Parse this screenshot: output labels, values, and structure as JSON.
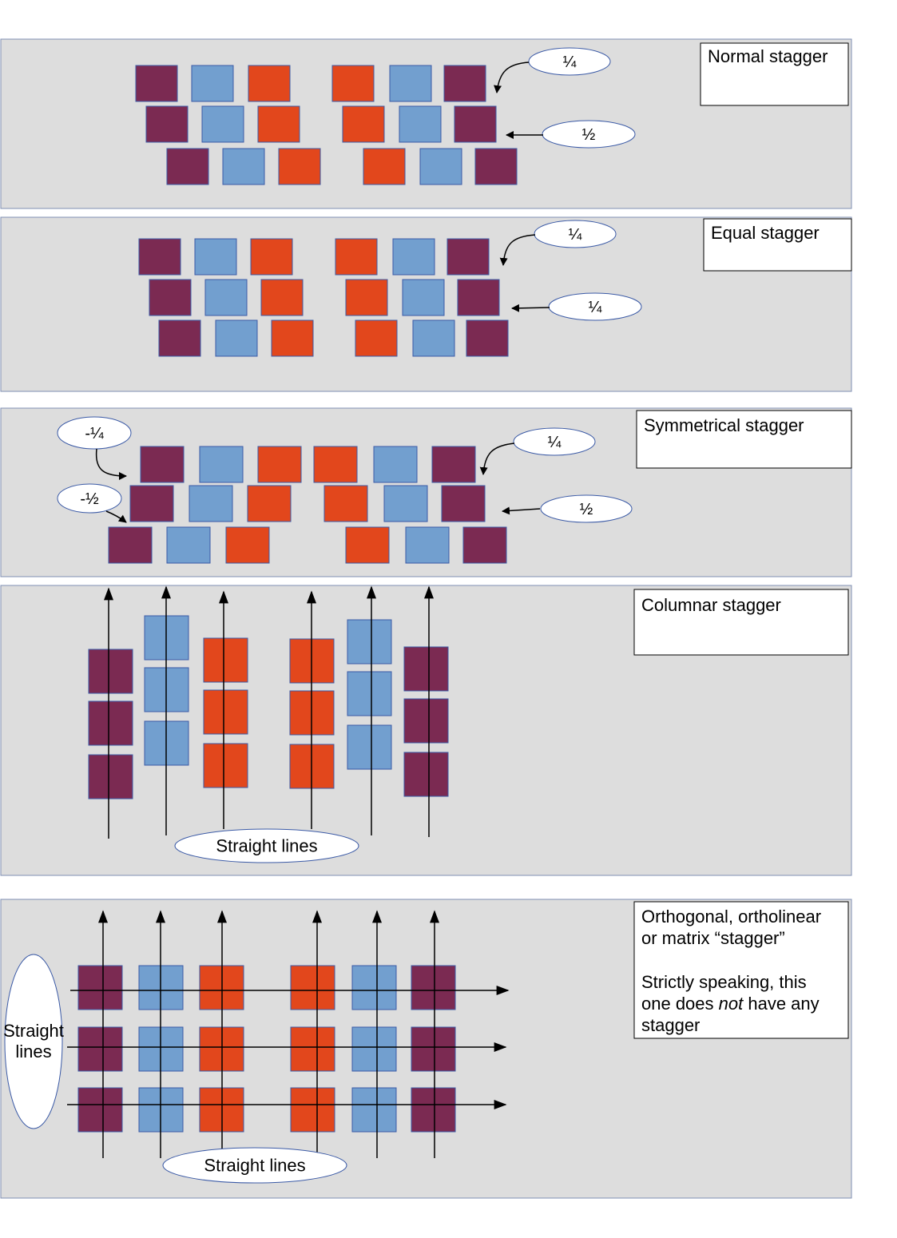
{
  "colors": {
    "panel_bg": "#dddddd",
    "panel_border": "#7f8fb3",
    "purple": "#7b2a52",
    "blue": "#729fcf",
    "orange": "#e2471c",
    "key_border": "#3b5aa6",
    "line": "#000000",
    "label_box_bg": "#ffffff"
  },
  "panels": [
    {
      "id": "normal",
      "title": "Normal stagger",
      "annotations": [
        {
          "text": "¼"
        },
        {
          "text": "½"
        }
      ]
    },
    {
      "id": "equal",
      "title": "Equal stagger",
      "annotations": [
        {
          "text": "¼"
        },
        {
          "text": "¼"
        }
      ]
    },
    {
      "id": "symmetrical",
      "title": "Symmetrical stagger",
      "annotations": [
        {
          "text": "-¼"
        },
        {
          "text": "-½"
        },
        {
          "text": "¼"
        },
        {
          "text": "½"
        }
      ]
    },
    {
      "id": "columnar",
      "title": "Columnar stagger",
      "annotations": [
        {
          "text": "Straight lines"
        }
      ]
    },
    {
      "id": "orthogonal",
      "title_lines": [
        "Orthogonal, ortholinear",
        "or matrix “stagger”"
      ],
      "note_lines": [
        {
          "parts": [
            {
              "text": "Strictly speaking, this",
              "italic": false
            }
          ]
        },
        {
          "parts": [
            {
              "text": "one does ",
              "italic": false
            },
            {
              "text": "not",
              "italic": true
            },
            {
              "text": " have any",
              "italic": false
            }
          ]
        },
        {
          "parts": [
            {
              "text": "stagger",
              "italic": false
            }
          ]
        }
      ],
      "annotations": [
        {
          "text_lines": [
            "Straight",
            "lines"
          ]
        },
        {
          "text": "Straight lines"
        }
      ]
    }
  ]
}
